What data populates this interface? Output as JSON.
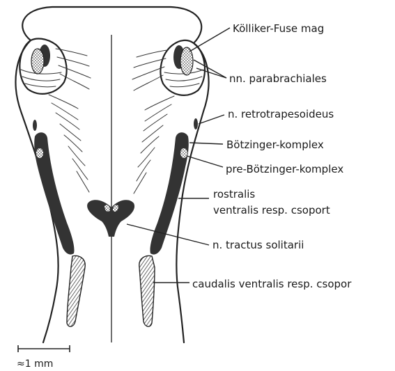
{
  "labels": {
    "kolliker_fuse": "Kölliker-Fuse mag",
    "parabrachiales": "nn. parabrachiales",
    "retrotrapesoideus": "n. retrotrapesoideus",
    "botzinger": "Bötzinger-komplex",
    "pre_botzinger": "pre-Bötzinger-komplex",
    "rostralis_line1": "rostralis",
    "rostralis_line2": "ventralis resp. csoport",
    "tractus_solitarii": "n. tractus solitarii",
    "caudalis": "caudalis ventralis resp. csopor"
  },
  "scale_bar": {
    "label": "≈1 mm"
  },
  "colors": {
    "ink": "#222222",
    "nucleus_fill": "#333333",
    "stipple": "#888888"
  }
}
